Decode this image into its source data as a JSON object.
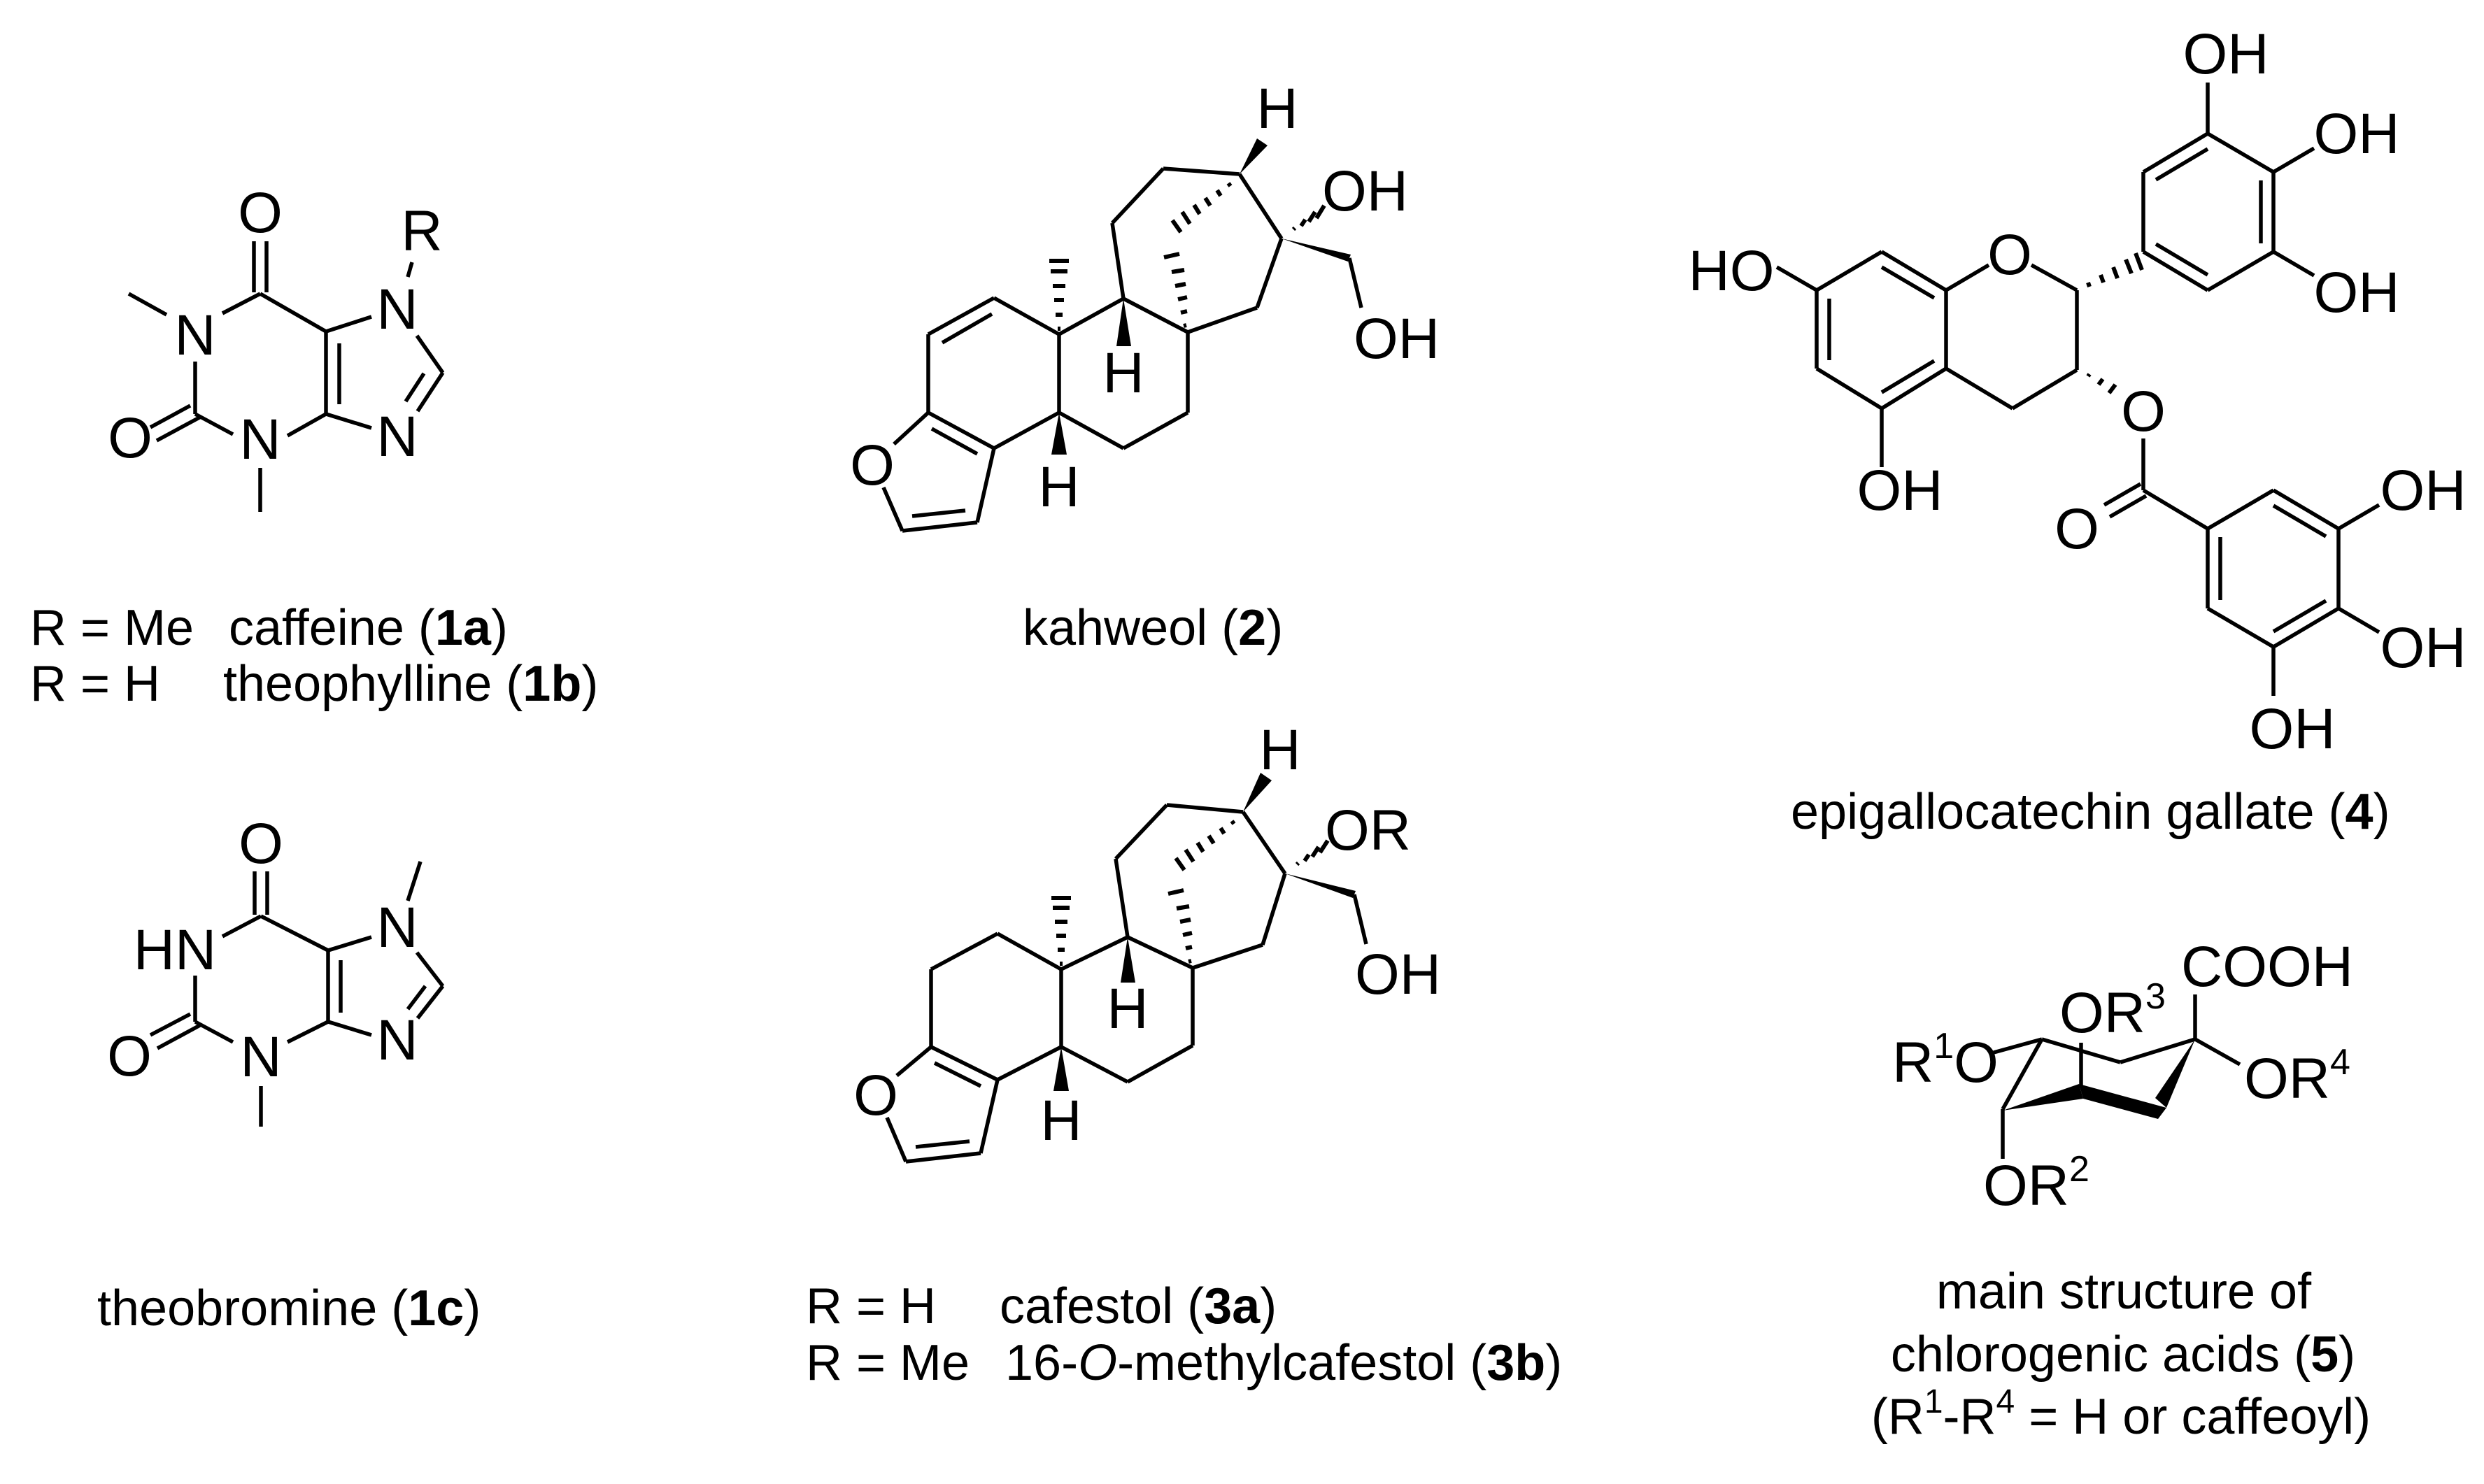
{
  "figure": {
    "background": "#ffffff",
    "ink_color": "#000000",
    "compounds": [
      {
        "id": "1",
        "name_lines": [
          {
            "r": "R = Me",
            "name": "caffeine",
            "label": "1a"
          },
          {
            "r": "R = H",
            "name": "theophylline",
            "label": "1b"
          }
        ],
        "atoms": {
          "o_top": "O",
          "o_left": "O",
          "n1": "N",
          "n3": "N",
          "n7": "N",
          "n9": "N",
          "r": "R"
        }
      },
      {
        "id": "2",
        "name": "kahweol",
        "label": "2",
        "atoms": {
          "h_top": "H",
          "oh": "OH",
          "ch2oh": "OH",
          "h9": "H",
          "h5": "H",
          "o_furan": "O"
        }
      },
      {
        "id": "4",
        "name": "epigallocatechin gallate",
        "label": "4",
        "atoms": {
          "ho_left": "HO",
          "o_ring": "O",
          "oh_a5": "OH",
          "oh_b3": "OH",
          "oh_b4": "OH",
          "oh_b5": "OH",
          "o_ester": "O",
          "o_carbonyl": "O",
          "oh_g3": "OH",
          "oh_g4": "OH",
          "oh_g5": "OH"
        }
      },
      {
        "id": "1c",
        "name": "theobromine",
        "label": "1c",
        "atoms": {
          "o_top": "O",
          "o_left": "O",
          "hn": "HN",
          "n3": "N",
          "n7": "N",
          "n9": "N"
        }
      },
      {
        "id": "3",
        "name_lines": [
          {
            "r": "R = H",
            "name": "cafestol",
            "label": "3a"
          },
          {
            "r": "R = Me",
            "name_prefix": "16-",
            "name_italic": "O",
            "name_suffix": "-methylcafestol",
            "label": "3b"
          }
        ],
        "atoms": {
          "h_top": "H",
          "or": "OR",
          "ch2oh": "OH",
          "h9": "H",
          "h5": "H",
          "o_furan": "O"
        }
      },
      {
        "id": "5",
        "caption_lines": [
          "main structure of",
          "chlorogenic acids (",
          "5",
          ")"
        ],
        "caption_line3": {
          "open": "(R",
          "sup1": "1",
          "mid": "-R",
          "sup2": "4",
          "rest": " = H or caffeoyl)"
        },
        "atoms": {
          "cooh": "COOH",
          "r1o_r": "R",
          "r1o_sup": "1",
          "r1o_o": "O",
          "or3_o": "OR",
          "or3_sup": "3",
          "or4_o": "OR",
          "or4_sup": "4",
          "or2_o": "OR",
          "or2_sup": "2"
        }
      }
    ],
    "punct": {
      "open": " (",
      "close": ")"
    }
  }
}
